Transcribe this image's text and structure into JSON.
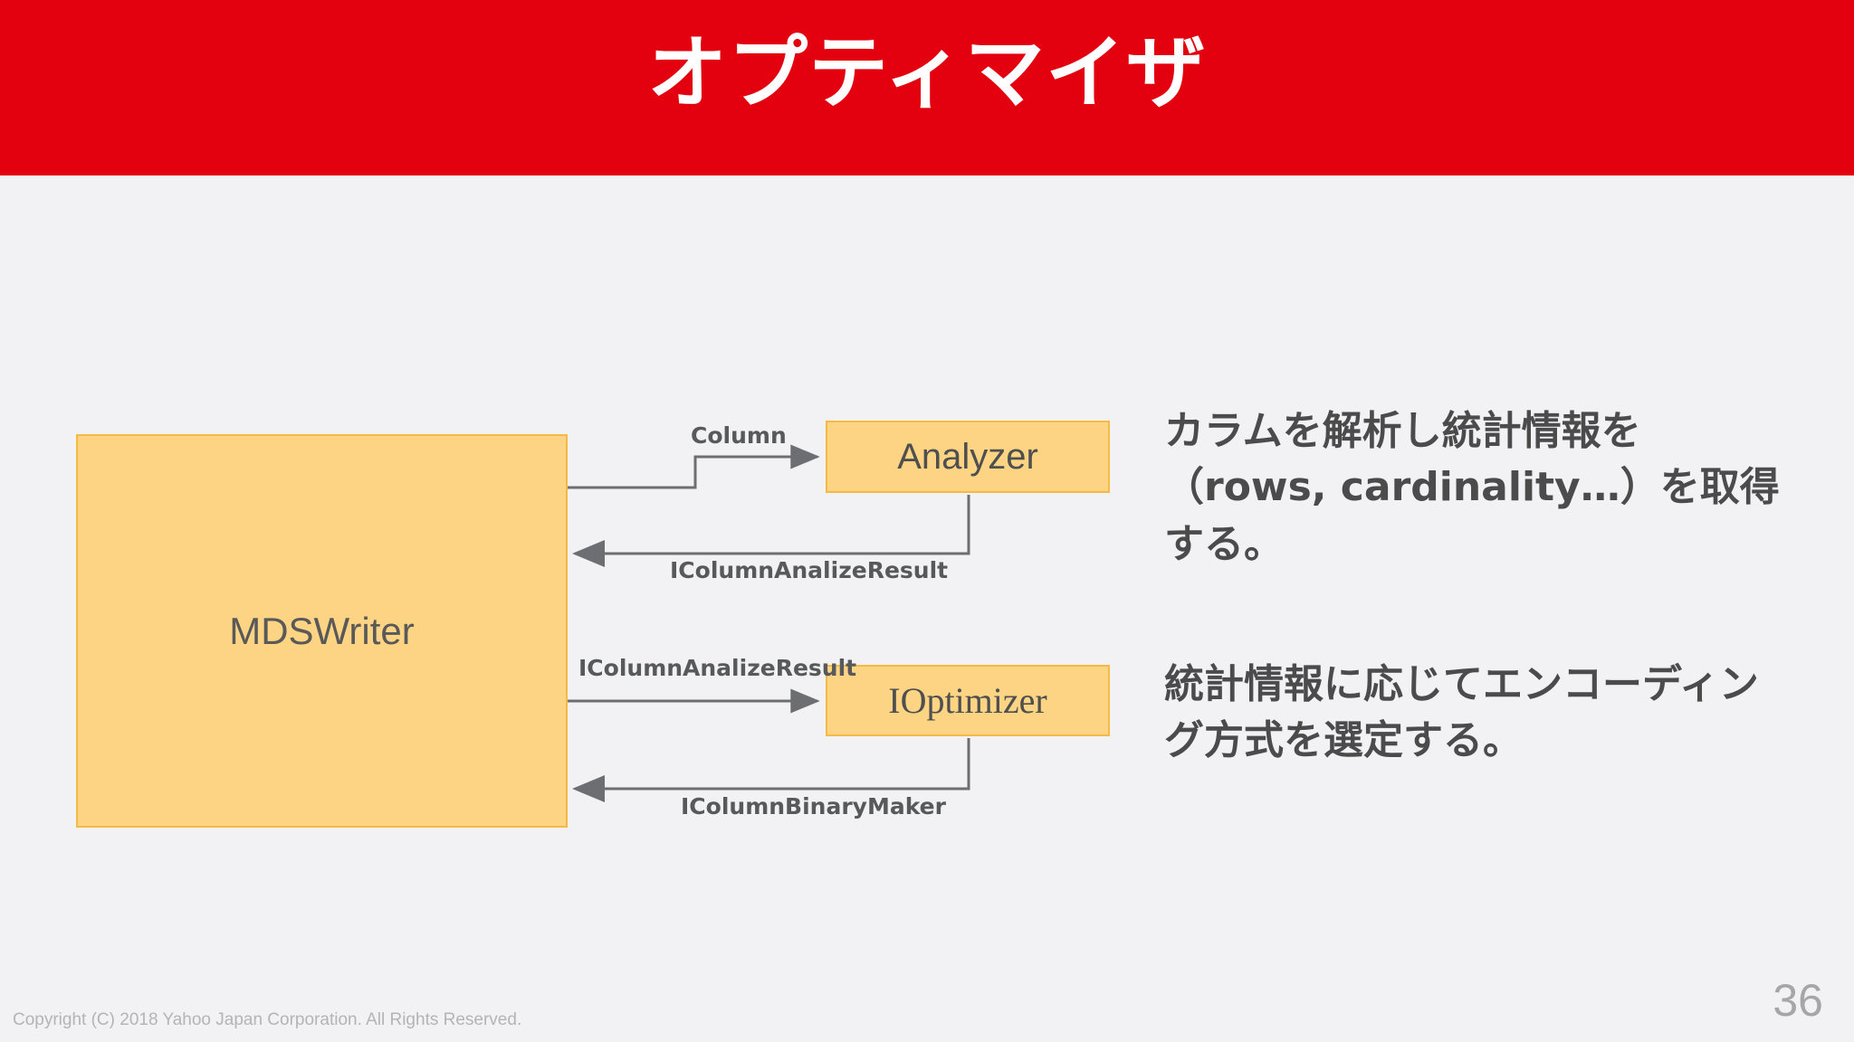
{
  "slide": {
    "title": "オプティマイザ",
    "page_number": "36",
    "copyright": "Copyright (C) 2018 Yahoo Japan Corporation. All Rights Reserved.",
    "banner_color": "#e3000f",
    "background_color": "#f2f1f4",
    "node_fill_color": "#fcd484",
    "node_border_color": "#f3ba45",
    "connector_color": "#6d6e71"
  },
  "diagram": {
    "nodes": [
      {
        "id": "mdswriter",
        "label": "MDSWriter"
      },
      {
        "id": "analyzer",
        "label": "Analyzer"
      },
      {
        "id": "ioptimizer",
        "label": "IOptimizer"
      }
    ],
    "edges": [
      {
        "id": "column",
        "label": "Column",
        "from": "mdswriter",
        "to": "analyzer"
      },
      {
        "id": "analize-result-ret",
        "label": "IColumnAnalizeResult",
        "from": "analyzer",
        "to": "mdswriter"
      },
      {
        "id": "analize-result-req",
        "label": "IColumnAnalizeResult",
        "from": "mdswriter",
        "to": "ioptimizer"
      },
      {
        "id": "binary-maker",
        "label": "IColumnBinaryMaker",
        "from": "ioptimizer",
        "to": "mdswriter"
      }
    ]
  },
  "descriptions": [
    {
      "id": "analyzer",
      "text": "カラムを解析し統計情報を（rows, cardinality…）を取得する。"
    },
    {
      "id": "ioptimizer",
      "text": "統計情報に応じてエンコーディング方式を選定する。"
    }
  ]
}
